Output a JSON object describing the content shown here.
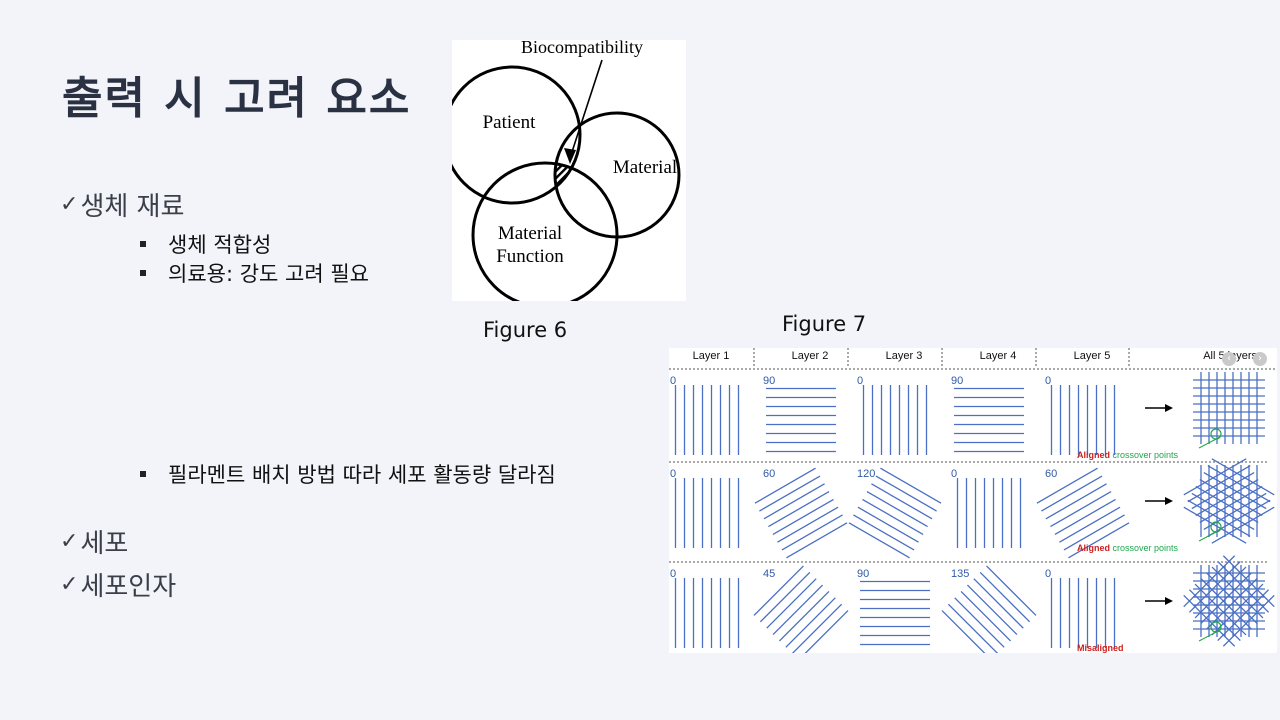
{
  "title": "출력 시 고려 요소",
  "sections": [
    {
      "check": "✓",
      "label": "생체 재료"
    },
    {
      "check": "✓",
      "label": "세포"
    },
    {
      "check": "✓",
      "label": "세포인자"
    }
  ],
  "bullets": [
    "생체 적합성",
    "의료용: 강도 고려 필요",
    "필라멘트 배치 방법 따라 세포 활동량 달라짐"
  ],
  "figure6": {
    "caption": "Figure  6",
    "labels": {
      "biocompatibility": "Biocompatibility",
      "patient": "Patient",
      "material": "Material",
      "function_line1": "Material",
      "function_line2": "Function"
    }
  },
  "figure7": {
    "caption": "Figure  7",
    "headers": [
      "Layer 1",
      "Layer 2",
      "Layer 3",
      "Layer 4",
      "Layer 5",
      "All 5 layers"
    ],
    "rows": [
      {
        "angles": [
          "0",
          "90",
          "0",
          "90",
          "0"
        ],
        "note_bold": "Aligned",
        "note_rest": " crossover points"
      },
      {
        "angles": [
          "0",
          "60",
          "120",
          "0",
          "60"
        ],
        "note_bold": "Aligned",
        "note_rest": " crossover points"
      },
      {
        "angles": [
          "0",
          "45",
          "90",
          "135",
          "0"
        ],
        "note_bold": "Misaligned",
        "note_rest": ""
      }
    ],
    "colors": {
      "line": "#4a6fc4",
      "angle": "#2f5aa8",
      "aligned": "#cc1f1f",
      "crossover": "#1fa84a"
    }
  }
}
